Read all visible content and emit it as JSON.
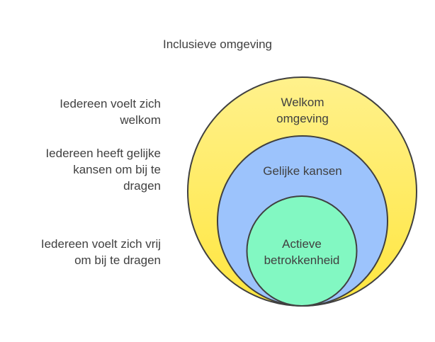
{
  "title": "Inclusieve omgeving",
  "left_labels": [
    {
      "text": "Iedereen voelt zich welkom",
      "lines": [
        "Iedereen voelt zich",
        "welkom"
      ]
    },
    {
      "text": "Iedereen heeft gelijke kansen om bij te dragen",
      "lines": [
        "Iedereen heeft gelijke",
        "kansen om bij te",
        "dragen"
      ]
    },
    {
      "text": "Iedereen voelt zich vrij om bij te dragen",
      "lines": [
        "Iedereen voelt zich vrij",
        "om bij te dragen"
      ]
    }
  ],
  "circles": [
    {
      "name": "outer",
      "lines": [
        "Welkom",
        "omgeving"
      ],
      "color_top": "#FFF18C",
      "color_bottom": "#FFE63F"
    },
    {
      "name": "middle",
      "lines": [
        "Gelijke kansen"
      ],
      "color": "#9CC3FC"
    },
    {
      "name": "inner",
      "lines": [
        "Actieve",
        "betrokkenheid"
      ],
      "color": "#82F8C2"
    }
  ],
  "colors": {
    "stroke": "#404040",
    "text": "#404040"
  }
}
